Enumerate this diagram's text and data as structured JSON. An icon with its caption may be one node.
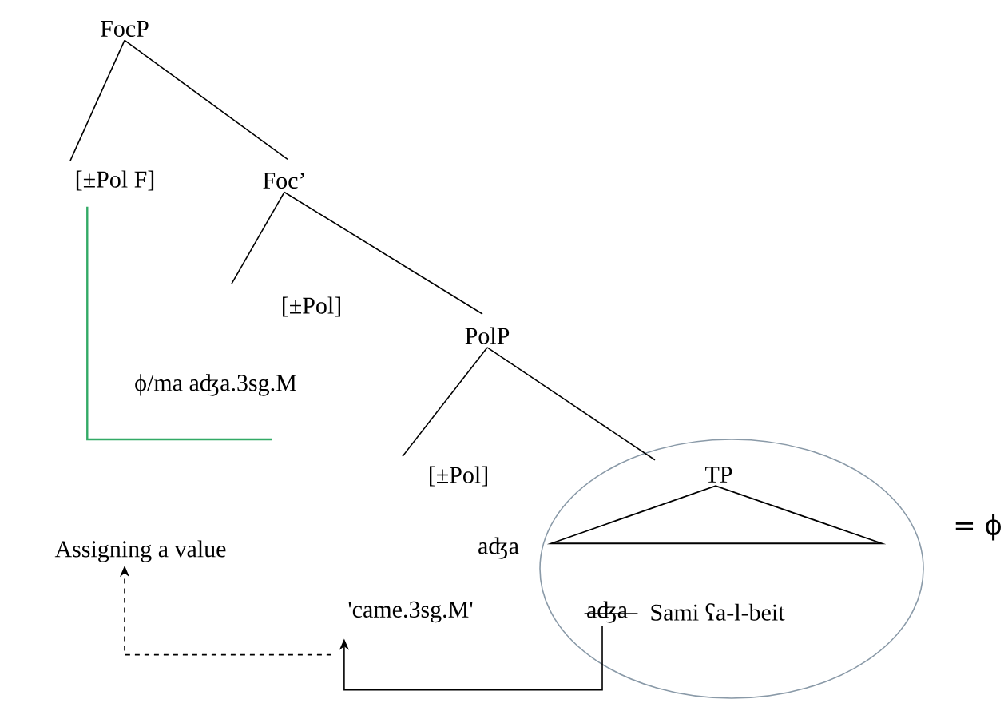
{
  "diagram": {
    "nodes": [
      {
        "text": [
          "FocP"
        ]
      },
      {
        "text": [
          "[±Pol F]"
        ]
      },
      {
        "text": [
          "Foc’"
        ]
      },
      {
        "text": [
          "[±Pol]"
        ]
      },
      {
        "text": [
          "ϕ/ma aʤa.3sg.M"
        ]
      },
      {
        "text": [
          "PolP"
        ]
      },
      {
        "text": [
          "[±Pol]"
        ]
      },
      {
        "text": [
          "aʤa"
        ]
      },
      {
        "text": [
          "Assigning a value"
        ]
      },
      {
        "text": [
          "'came.3sg.M'"
        ]
      },
      {
        "text": [],
        "shape": "ellipse"
      },
      {
        "text": [
          "TP"
        ],
        "in": 10
      },
      {
        "text": [
          "aʤa"
        ],
        "in": 10
      },
      {
        "text": [
          "Sami ʕa-l-beit"
        ],
        "in": 10
      }
    ],
    "edges": [
      {
        "from": 0,
        "to": 1,
        "arrow": "none"
      },
      {
        "from": 0,
        "to": 2,
        "arrow": "none"
      },
      {
        "from": 2,
        "to": 3,
        "arrow": "none"
      },
      {
        "from": 2,
        "to": 5,
        "arrow": "none"
      },
      {
        "from": 5,
        "to": 6,
        "arrow": "none"
      },
      {
        "from": 5,
        "to": 11,
        "arrow": "none"
      },
      {
        "from": 12,
        "to": 9,
        "arrow": "to"
      },
      {
        "from": 9,
        "to": 8,
        "arrow": "to",
        "style": "dashed"
      },
      {
        "from": 1,
        "to": null,
        "arrow": "none",
        "color": "#33aa66"
      }
    ],
    "labels": [
      "= ϕ"
    ]
  }
}
